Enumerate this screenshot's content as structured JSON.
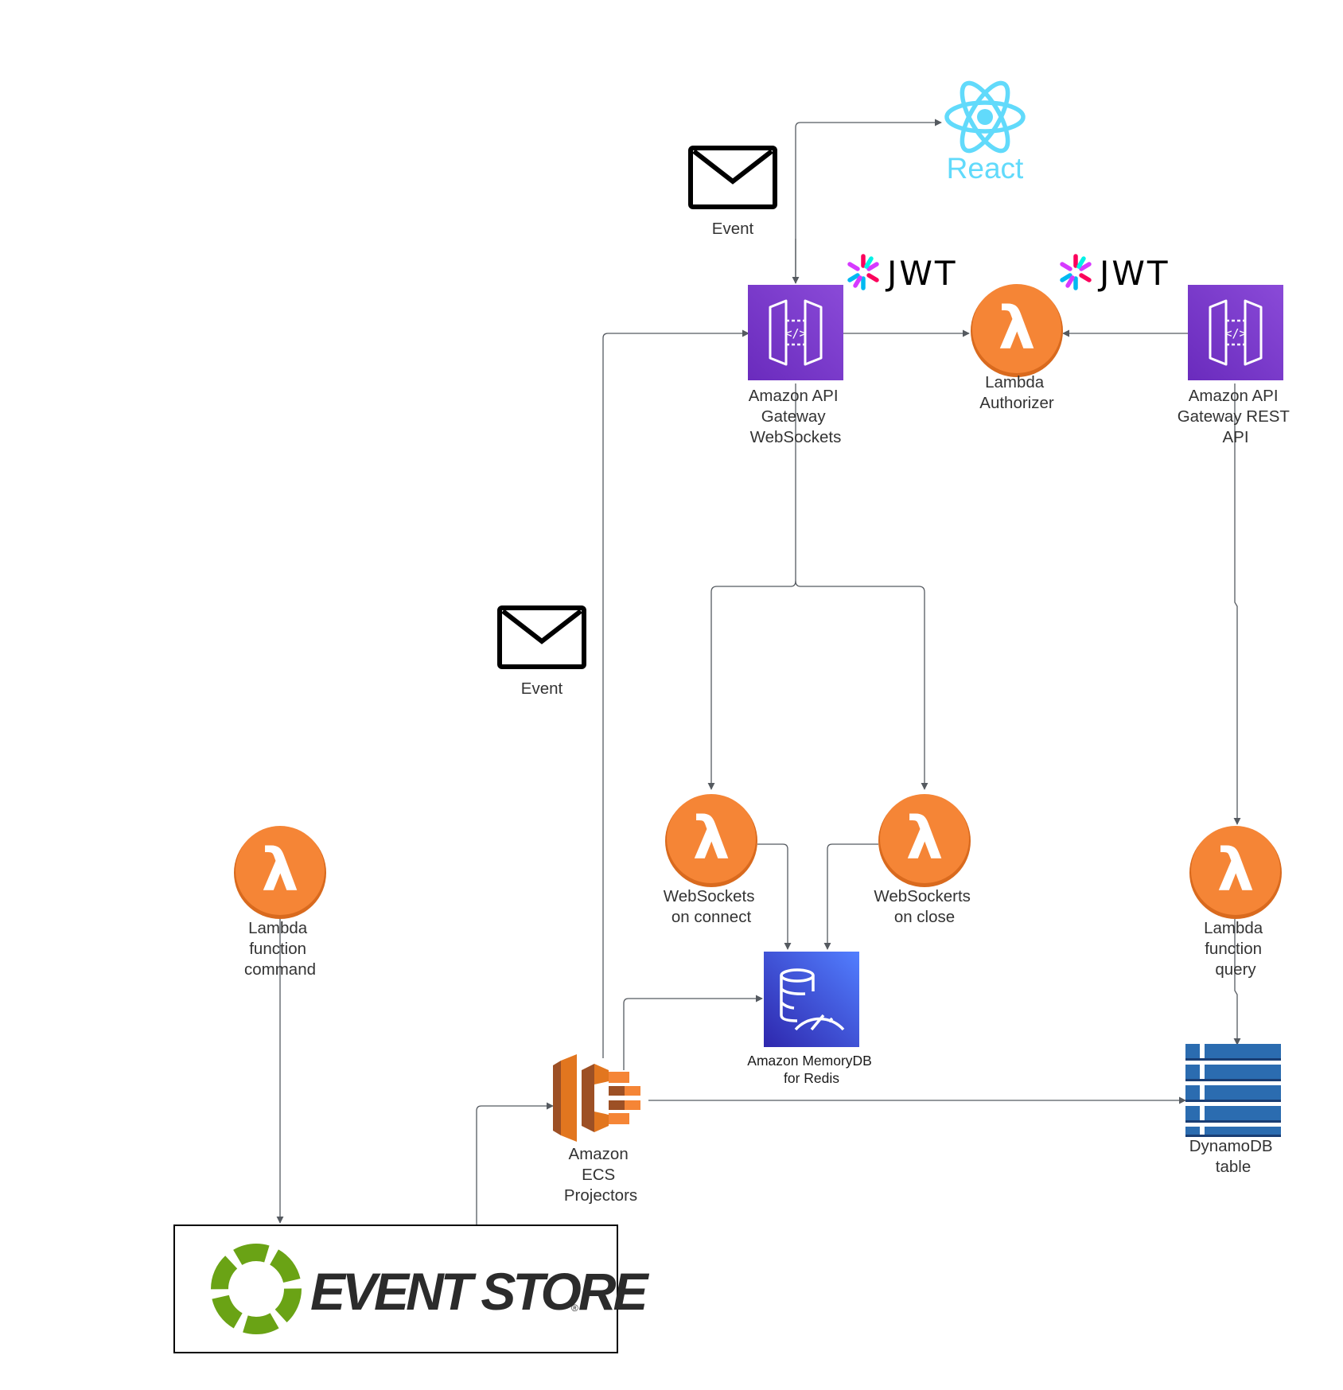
{
  "diagram": {
    "nodes": {
      "react": {
        "label": "React",
        "icon": "react-logo-icon"
      },
      "event_top": {
        "label": "Event",
        "icon": "envelope-icon"
      },
      "event_mid": {
        "label": "Event",
        "icon": "envelope-icon"
      },
      "jwt_left": {
        "label": "JWT",
        "icon": "jwt-logo-icon"
      },
      "jwt_right": {
        "label": "JWT",
        "icon": "jwt-logo-icon"
      },
      "apigw_ws": {
        "lines": [
          "Amazon API",
          "Gateway",
          "WebSockets"
        ],
        "icon": "api-gateway-icon"
      },
      "lambda_auth": {
        "lines": [
          "Lambda",
          "Authorizer"
        ],
        "icon": "lambda-icon"
      },
      "apigw_rest": {
        "lines": [
          "Amazon API",
          "Gateway REST",
          "API"
        ],
        "icon": "api-gateway-icon"
      },
      "ws_connect": {
        "lines": [
          "WebSockets",
          "on connect"
        ],
        "icon": "lambda-icon"
      },
      "ws_close": {
        "lines": [
          "WebSockerts",
          "on close"
        ],
        "icon": "lambda-icon"
      },
      "lambda_command": {
        "lines": [
          "Lambda",
          "function",
          "command"
        ],
        "icon": "lambda-icon"
      },
      "lambda_query": {
        "lines": [
          "Lambda",
          "function",
          "query"
        ],
        "icon": "lambda-icon"
      },
      "memorydb": {
        "lines": [
          "Amazon MemoryDB",
          "for Redis"
        ],
        "icon": "memorydb-icon"
      },
      "ecs": {
        "lines": [
          "Amazon",
          "ECS",
          "Projectors"
        ],
        "icon": "ecs-icon"
      },
      "dynamodb": {
        "lines": [
          "DynamoDB",
          "table"
        ],
        "icon": "dynamodb-table-icon"
      },
      "eventstore": {
        "label": "EVENT STORE",
        "icon": "eventstore-logo-icon"
      }
    },
    "colors": {
      "api_gateway": "#7b3fc6",
      "lambda": "#f58536",
      "memorydb": "#3b48cc",
      "ecs": "#e2761f",
      "dynamodb": "#2b6cb0",
      "react": "#61dafb",
      "eventstore_green": "#6aa315",
      "connector": "#555a60"
    }
  }
}
